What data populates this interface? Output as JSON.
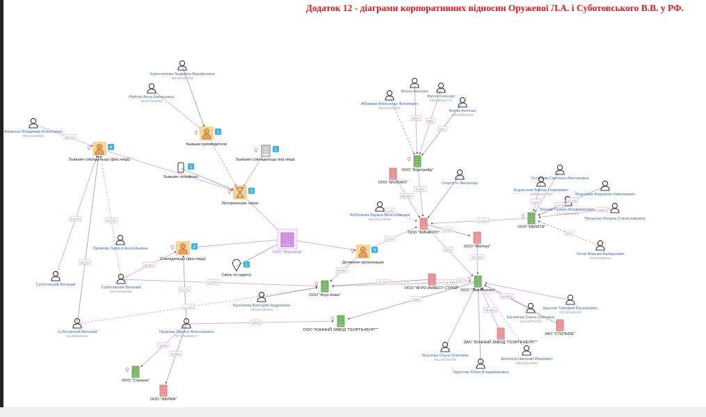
{
  "title": "Додаток 12 - діаграми корпоративних відносин Оружевої Л.А. і Суботовського В.В. у РФ.",
  "colors": {
    "title": "#e8141c",
    "edge_pink": "#d9a3e3",
    "edge_gray": "#9aa6c4",
    "company_green": "#8cc67a",
    "company_pink": "#f2a6a6",
    "company_purple": "#b15ad0",
    "group_bg": "#f6d49a",
    "badge": "#3db4e6",
    "person_label": "#3b6ea8"
  },
  "nodes": [
    {
      "type": "person",
      "label": "Коростелева Людмила Михайловна",
      "sub": "591400202288"
    },
    {
      "type": "person",
      "label": "Рейтер Анна Евгеньевна",
      "sub": "591404729861"
    },
    {
      "type": "person",
      "label": "Фоменых Владимир Алексеевич",
      "sub": "591401620601"
    },
    {
      "type": "group",
      "icon": "person-suit",
      "label": "Бывшие совладельцы (физ.лица)",
      "badge": "4"
    },
    {
      "type": "group",
      "icon": "person",
      "label": "Бывшие руководители",
      "badge": "1"
    },
    {
      "type": "plain",
      "icon": "building",
      "label": "Бывшие совладельцы (юр.лица)",
      "badge": "1"
    },
    {
      "type": "plain",
      "icon": "phone",
      "label": "Бывшие телефоны",
      "badge": "1"
    },
    {
      "type": "group",
      "icon": "hourglass",
      "label": "Исторические связи",
      "badge": "5"
    },
    {
      "type": "person",
      "label": "Оружева Лариса Анатольевна",
      "sub": ""
    },
    {
      "type": "group",
      "icon": "person-suit",
      "label": "Совладельцы (физ.лица)",
      "badge": "2"
    },
    {
      "type": "purple",
      "label": "ООО \"Агроленд\""
    },
    {
      "type": "plain",
      "icon": "pin",
      "label": "Связь по адресу",
      "badge": "1"
    },
    {
      "type": "person",
      "label": "Суботовский Виталий",
      "sub": ""
    },
    {
      "type": "person",
      "label": "Суботовский Виталий",
      "sub": "591406695390"
    },
    {
      "type": "person",
      "label": "Суботовский Виталий",
      "sub": "591406695390"
    },
    {
      "type": "person",
      "label": "Кусочкова Виктория Андреевна",
      "sub": "591404086203"
    },
    {
      "type": "person",
      "label": "Оружева Лариса Анатольевна",
      "sub": "972700366847"
    },
    {
      "type": "green",
      "label": "ООО \"Степное\""
    },
    {
      "type": "pink",
      "label": "ООО \"ФЕРМА\""
    },
    {
      "type": "green",
      "label": "ООО \"Агро-Нова\""
    },
    {
      "type": "green",
      "label": "ООО \"КОННЫЙ ЗАВОД \"ГЕОРГЕНБУРГ\"\""
    },
    {
      "type": "group",
      "icon": "person-suit",
      "label": "Дочерние организации",
      "badge": "3"
    },
    {
      "type": "pink",
      "label": "ООО \"ФИНАГРО\""
    },
    {
      "type": "green",
      "label": "ООО \"Агротрейд\""
    },
    {
      "type": "pink",
      "label": "ООО \"МОЛОКО\""
    },
    {
      "type": "person",
      "label": "Абуюров Александр Фатихович",
      "sub": "591400268971"
    },
    {
      "type": "person",
      "label": "Фачча Антонио",
      "sub": ""
    },
    {
      "type": "person",
      "label": "Фачча Секондо",
      "sub": "591105251721"
    },
    {
      "type": "person",
      "label": "Фачча Антонио",
      "sub": "591105334504"
    },
    {
      "type": "person",
      "label": "Сперотто Фиоренцо",
      "sub": ""
    },
    {
      "type": "person",
      "label": "Чеботаева Лариса Вячеславовна",
      "sub": "591405128855"
    },
    {
      "type": "pink",
      "label": "ООО \"Молоко\""
    },
    {
      "type": "pink",
      "label": "ООО \"АГРО ИНВЕСТ СТРОЙ\""
    },
    {
      "type": "green",
      "label": "ООО \"Эко-Молоко\""
    },
    {
      "type": "green",
      "label": "ООО \"КАЛИТА\""
    },
    {
      "type": "person",
      "label": "Остапова Светлана Викторовна",
      "sub": ""
    },
    {
      "type": "person",
      "label": "Борисочев Виктор Георгиевич",
      "sub": "590500577760"
    },
    {
      "type": "person",
      "label": "Морозова Федорова Николаевич",
      "sub": ""
    },
    {
      "type": "person",
      "label": "Визнер Герман Владимирович",
      "sub": "771775155633"
    },
    {
      "type": "person",
      "label": "Проценко Оксана Станиславовна",
      "sub": ""
    },
    {
      "type": "person",
      "label": "Титов Максим Валерьевич",
      "sub": "772493290622"
    },
    {
      "type": "person",
      "label": "Крылов Тимофей Васильевич",
      "sub": "591400926109"
    },
    {
      "type": "person",
      "label": "Касимова Ольга Олеговна",
      "sub": "591100783763"
    },
    {
      "type": "pink",
      "label": "ЗАО \"СТЕПНОЕ\""
    },
    {
      "type": "pink",
      "label": "ЗАО \"КОННЫЙ ЗАВОД \"ГЕОРГЕНБУРГ\"\""
    },
    {
      "type": "person",
      "label": "Крылова Ольга Олеговна",
      "sub": "591100783763"
    },
    {
      "type": "person",
      "label": "Тарасова Юлия Владимировна",
      "sub": ""
    },
    {
      "type": "person",
      "label": "Шолохов Николай Иванович",
      "sub": "591404218089"
    }
  ],
  "edges": [
    {
      "from": 0,
      "to": 4,
      "label": ""
    },
    {
      "from": 1,
      "to": 4,
      "label": ""
    },
    {
      "from": 2,
      "to": 3,
      "label": "99.5%"
    },
    {
      "from": 4,
      "to": 7,
      "label": ""
    },
    {
      "from": 5,
      "to": 7,
      "label": ""
    },
    {
      "from": 3,
      "to": 7,
      "label": ""
    },
    {
      "from": 6,
      "to": 7,
      "label": ""
    },
    {
      "from": 10,
      "to": 7,
      "label": ""
    },
    {
      "from": 12,
      "to": 3,
      "label": "0.07%"
    },
    {
      "from": 14,
      "to": 3,
      "label": "99.9%"
    },
    {
      "from": 13,
      "to": 3,
      "label": "0.07%"
    },
    {
      "from": 9,
      "to": 10,
      "label": ""
    },
    {
      "from": 11,
      "to": 10,
      "label": ""
    },
    {
      "from": 10,
      "to": 21,
      "label": ""
    },
    {
      "from": 13,
      "to": 9,
      "label": "99.9%"
    },
    {
      "from": 16,
      "to": 9,
      "label": "0.07%"
    },
    {
      "from": 13,
      "to": 19,
      "label": "1.13%"
    },
    {
      "from": 14,
      "to": 19,
      "label": "1.13%"
    },
    {
      "from": 15,
      "to": 19,
      "label": ""
    },
    {
      "from": 16,
      "to": 20,
      "label": "100%"
    },
    {
      "from": 16,
      "to": 17,
      "label": "100%"
    },
    {
      "from": 16,
      "to": 18,
      "label": "0.04%"
    },
    {
      "from": 21,
      "to": 19,
      "label": "97.9%"
    },
    {
      "from": 21,
      "to": 22,
      "label": "100%"
    },
    {
      "from": 25,
      "to": 23,
      "label": ""
    },
    {
      "from": 26,
      "to": 23,
      "label": "100%"
    },
    {
      "from": 27,
      "to": 23,
      "label": "50%"
    },
    {
      "from": 28,
      "to": 23,
      "label": "50%"
    },
    {
      "from": 23,
      "to": 22,
      "label": "0.02%"
    },
    {
      "from": 24,
      "to": 22,
      "label": "99.98%"
    },
    {
      "from": 29,
      "to": 22,
      "label": ""
    },
    {
      "from": 30,
      "to": 22,
      "label": "1.1%"
    },
    {
      "from": 34,
      "to": 22,
      "label": "74.9%"
    },
    {
      "from": 22,
      "to": 31,
      "label": "0.01%"
    },
    {
      "from": 22,
      "to": 33,
      "label": "93%"
    },
    {
      "from": 31,
      "to": 33,
      "label": "64.91%"
    },
    {
      "from": 32,
      "to": 19,
      "label": "11.45%"
    },
    {
      "from": 33,
      "to": 19,
      "label": "11.19%"
    },
    {
      "from": 32,
      "to": 33,
      "label": "52.7%"
    },
    {
      "from": 33,
      "to": 20,
      "label": "100%"
    },
    {
      "from": 36,
      "to": 34,
      "label": "1.4%"
    },
    {
      "from": 35,
      "to": 34,
      "label": ""
    },
    {
      "from": 37,
      "to": 34,
      "label": "21.4%"
    },
    {
      "from": 38,
      "to": 34,
      "label": "1.1%"
    },
    {
      "from": 39,
      "to": 34,
      "label": "100%"
    },
    {
      "from": 40,
      "to": 34,
      "label": "60%"
    },
    {
      "from": 41,
      "to": 33,
      "label": ""
    },
    {
      "from": 42,
      "to": 33,
      "label": "64.55%"
    },
    {
      "from": 43,
      "to": 33,
      "label": ""
    },
    {
      "from": 44,
      "to": 33,
      "label": "93.96%"
    },
    {
      "from": 45,
      "to": 33,
      "label": ""
    },
    {
      "from": 46,
      "to": 33,
      "label": ""
    },
    {
      "from": 47,
      "to": 33,
      "label": ""
    }
  ]
}
